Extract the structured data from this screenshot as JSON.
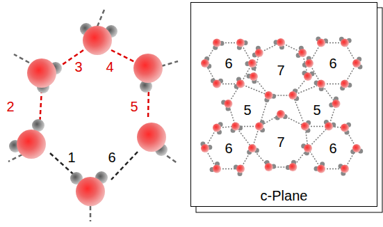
{
  "diagram": {
    "nodes": [
      {
        "text": [
          "c-Plane"
        ]
      }
    ],
    "labels": [
      "1",
      "2",
      "3",
      "4",
      "5",
      "6",
      "6",
      "7",
      "6",
      "5",
      "5",
      "6",
      "7",
      "6"
    ]
  }
}
